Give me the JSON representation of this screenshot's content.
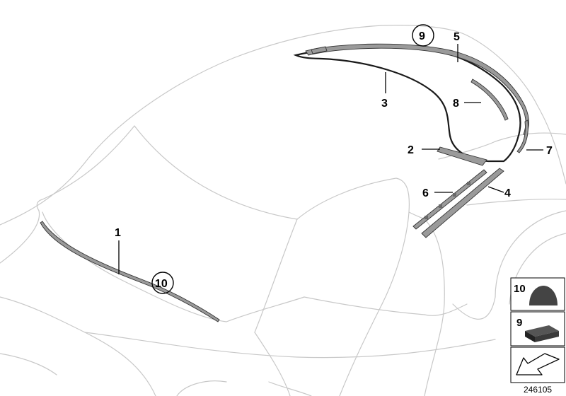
{
  "callouts": {
    "c1": "1",
    "c2": "2",
    "c3": "3",
    "c4": "4",
    "c5": "5",
    "c6": "6",
    "c7": "7",
    "c8": "8",
    "c9": "9",
    "c10": "10"
  },
  "legend": {
    "item10": "10",
    "item9": "9"
  },
  "diagram_id": "246105"
}
